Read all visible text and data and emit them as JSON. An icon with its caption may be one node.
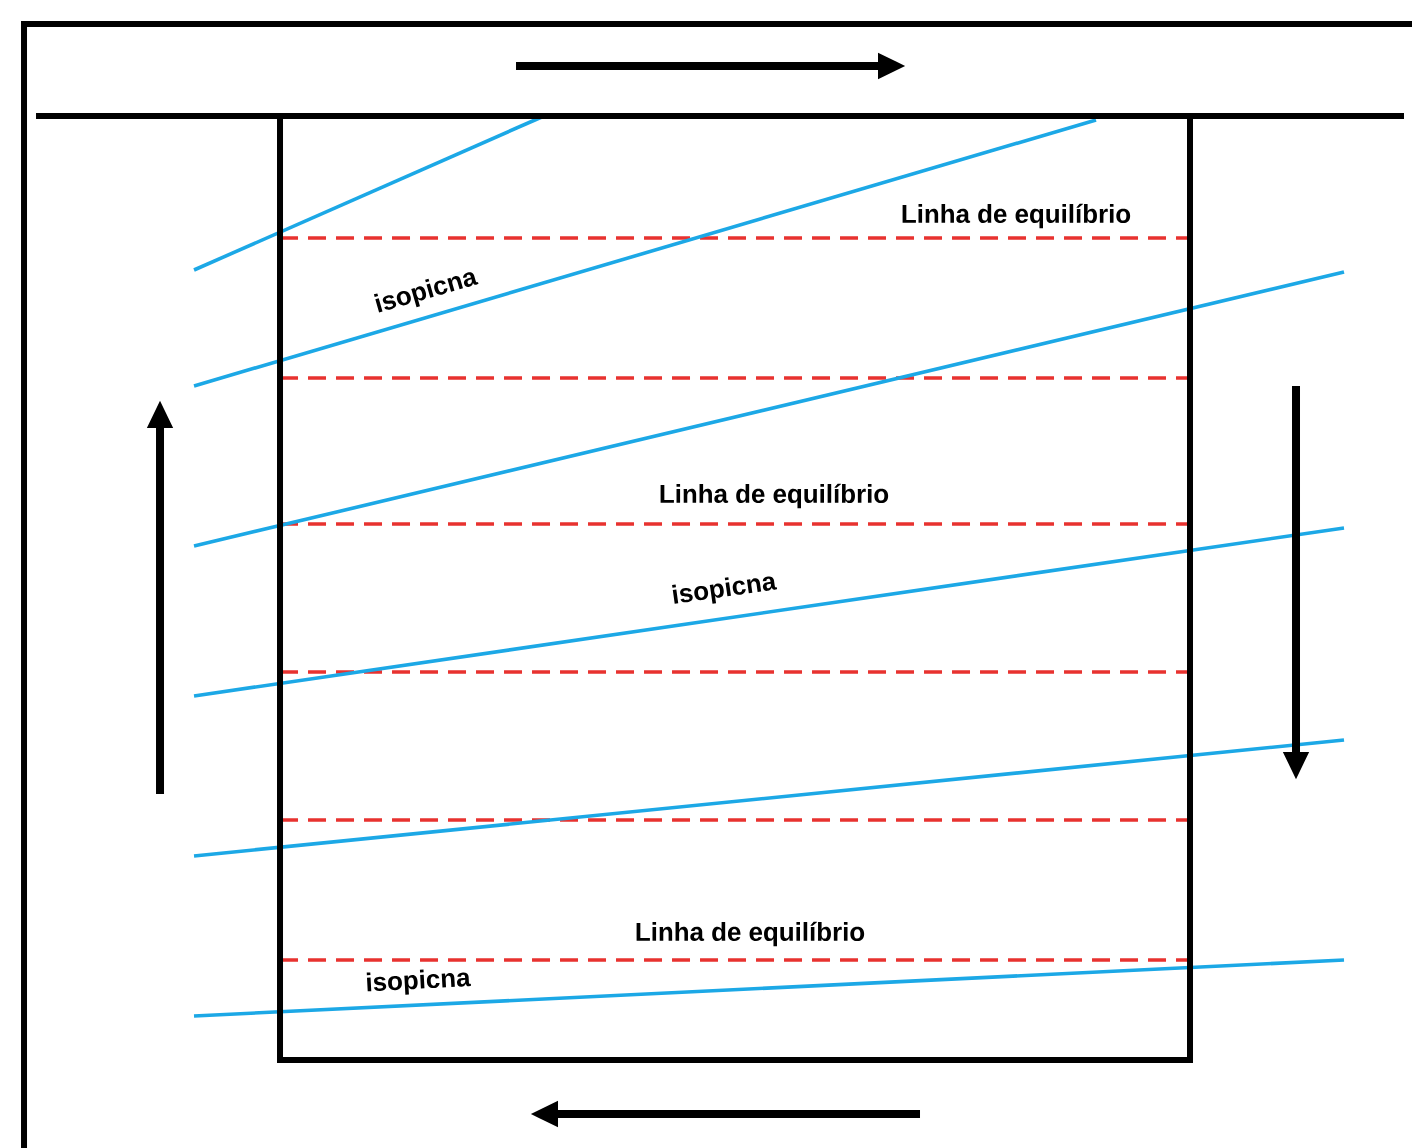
{
  "diagram": {
    "labels": [
      "Linha de equilíbrio",
      "isopicna",
      "Linha de equilíbrio",
      "isopicna",
      "Linha de equilíbrio",
      "isopicna"
    ]
  }
}
